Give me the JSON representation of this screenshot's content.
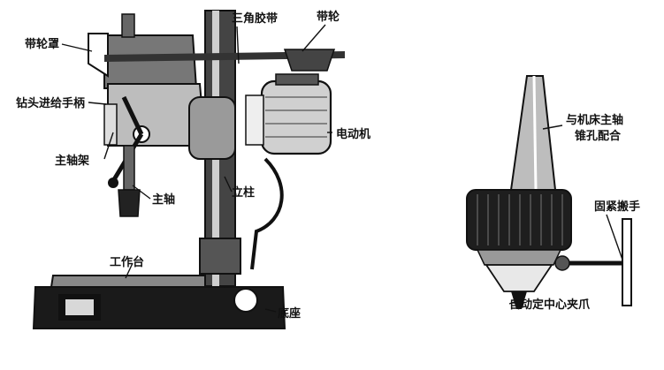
{
  "labels": {
    "belt_guard": "带轮罩",
    "v_belt": "三角胶带",
    "pulley": "带轮",
    "feed_handle": "钻头进给手柄",
    "spindle_frame": "主轴架",
    "spindle": "主轴",
    "column": "立柱",
    "motor": "电动机",
    "worktable": "工作台",
    "base": "底座",
    "taper_fit_line1": "与机床主轴",
    "taper_fit_line2": "锥孔配合",
    "chuck_key": "固紧搬手",
    "jaws": "自动定中心夹爪"
  }
}
